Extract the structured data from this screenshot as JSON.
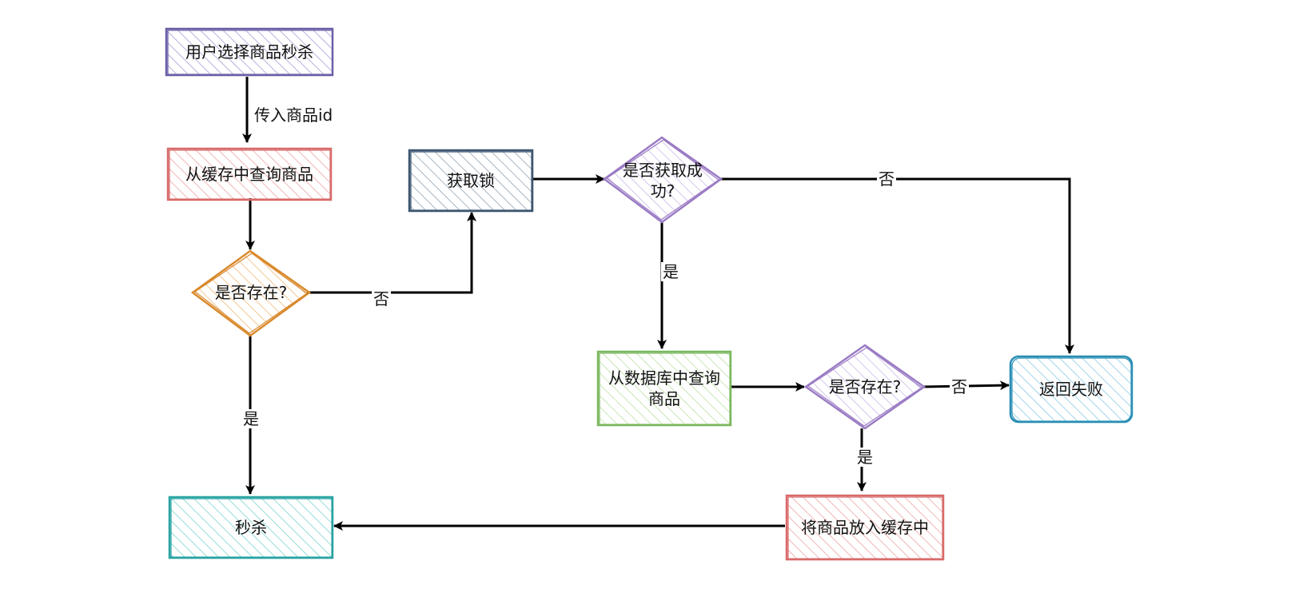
{
  "colors": {
    "purple": "#6c5fa7",
    "red": "#d96a6a",
    "orange": "#d9892b",
    "navy": "#3d5670",
    "violet": "#9a7bc4",
    "green": "#7cb860",
    "blue": "#2b8fb5",
    "teal": "#2aa3a3",
    "line": "#000000"
  },
  "nodes": {
    "start": "用户选择商品秒杀",
    "query_cache": "从缓存中查询商品",
    "exists_cache": "是否存在?",
    "get_lock": "获取锁",
    "lock_success": "是否获取成\n功?",
    "query_db": "从数据库中查询\n商品",
    "exists_db": "是否存在?",
    "return_fail": "返回失败",
    "put_cache": "将商品放入缓存中",
    "seckill": "秒杀"
  },
  "edges": {
    "pass_id": "传入商品id",
    "cache_no": "否",
    "cache_yes": "是",
    "lock_no": "否",
    "lock_yes": "是",
    "db_no": "否",
    "db_yes": "是"
  }
}
